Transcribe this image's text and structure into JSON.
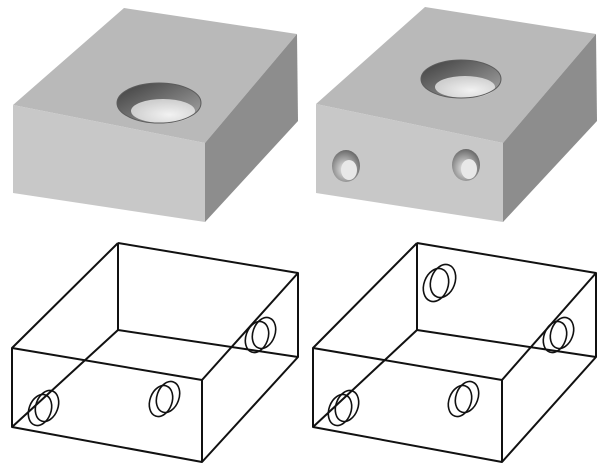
{
  "figure": {
    "panels": [
      {
        "id": "solid-block-one-hole",
        "render": "shaded-solid",
        "visible_holes": 1
      },
      {
        "id": "solid-block-three-holes",
        "render": "shaded-solid",
        "visible_holes": 3
      },
      {
        "id": "wireframe-block-three-holes",
        "render": "wireframe",
        "visible_holes": 3
      },
      {
        "id": "wireframe-block-four-holes",
        "render": "wireframe",
        "visible_holes": 4
      }
    ],
    "colors": {
      "solid_top": "#b9b9b9",
      "solid_left": "#c8c8c8",
      "solid_right": "#8c8c8c",
      "edge": "#111111",
      "background": "#ffffff"
    }
  }
}
